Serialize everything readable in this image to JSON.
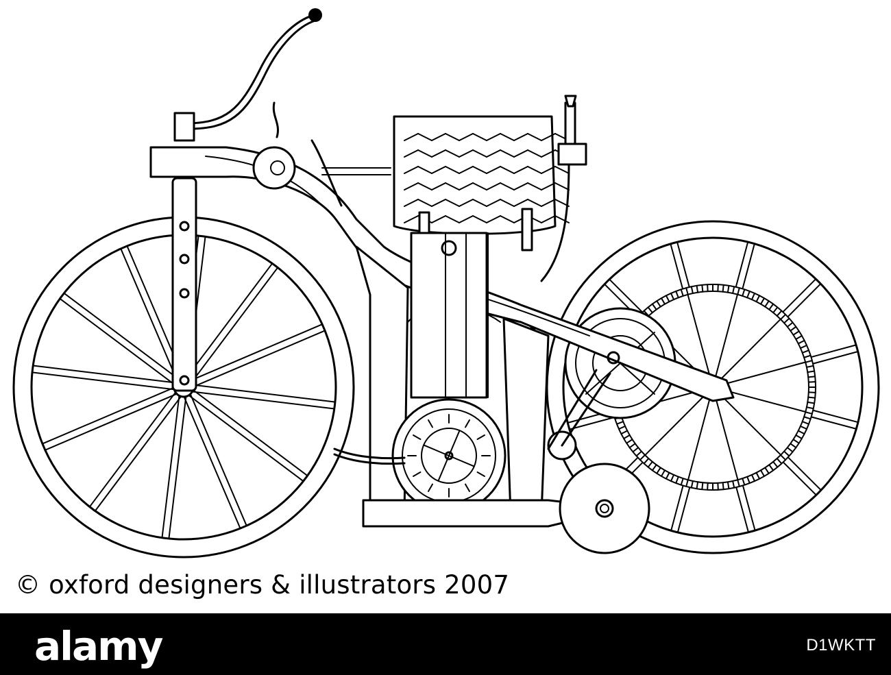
{
  "illustration": {
    "subject": "historic motorcycle line drawing"
  },
  "copyright": {
    "text": "© oxford designers & illustrators 2007"
  },
  "footer": {
    "brand": "alamy",
    "image_id": "D1WKTT"
  },
  "colors": {
    "ink": "#000000",
    "paper": "#ffffff",
    "footer_bg": "#000000",
    "footer_text": "#ffffff"
  }
}
